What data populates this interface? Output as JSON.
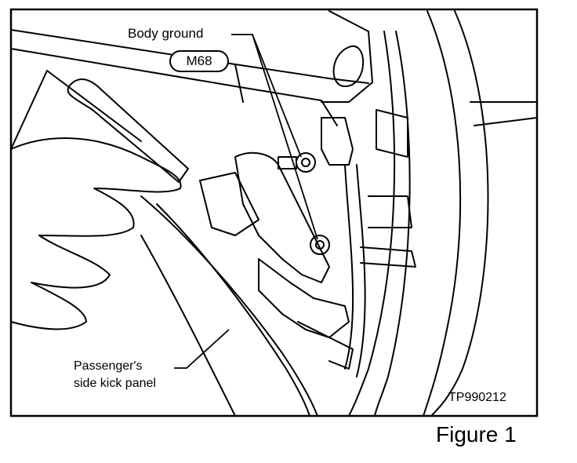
{
  "figure": {
    "labels": {
      "body_ground": "Body ground",
      "connector_code": "M68",
      "kick_panel_line1": "Passenger's",
      "kick_panel_line2": "side kick panel",
      "drawing_id": "TP990212"
    },
    "caption": "Figure 1",
    "colors": {
      "ink": "#000000",
      "paper": "#ffffff"
    }
  }
}
